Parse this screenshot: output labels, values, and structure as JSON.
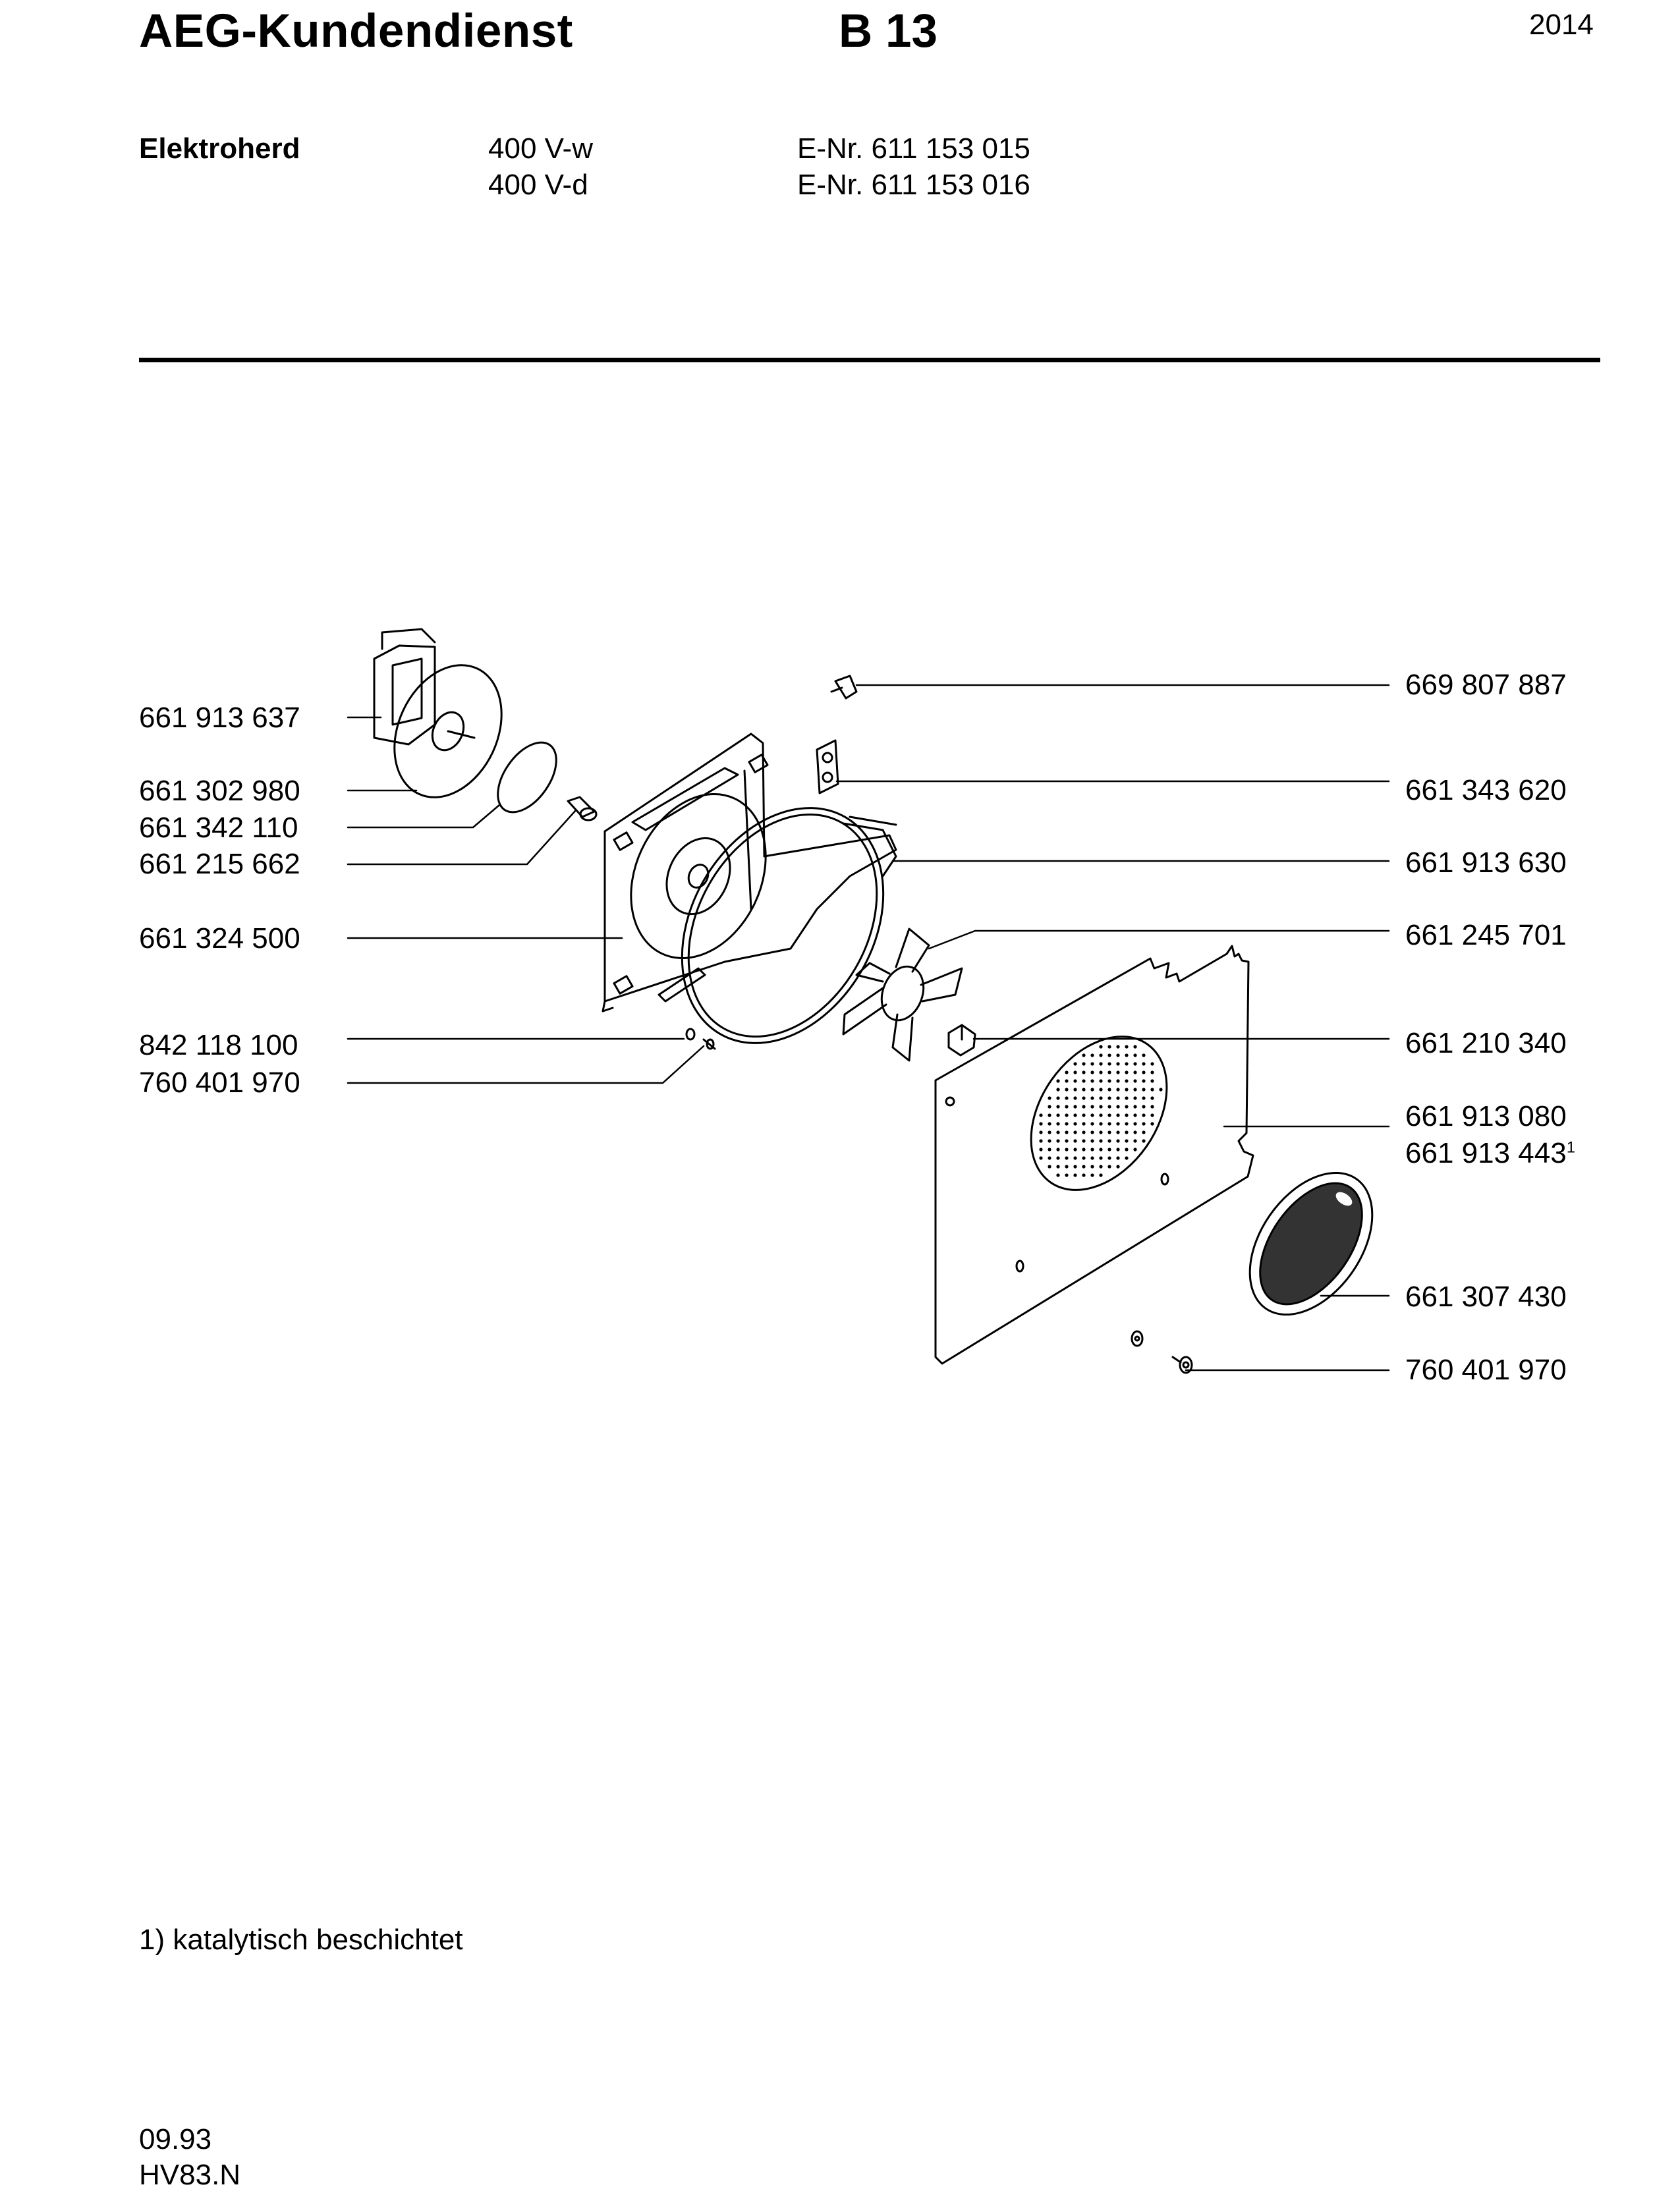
{
  "header": {
    "brand": "AEG-Kundendienst",
    "model_code": "B 13",
    "page_number": "2014"
  },
  "appliance": {
    "type": "Elektroherd",
    "variants": [
      {
        "voltage": "400 V-w",
        "enr": "E-Nr. 611 153 015"
      },
      {
        "voltage": "400 V-d",
        "enr": "E-Nr. 611 153 016"
      }
    ]
  },
  "parts_left": [
    {
      "number": "661 913 637"
    },
    {
      "number": "661 302 980"
    },
    {
      "number": "661 342 110"
    },
    {
      "number": "661 215 662"
    },
    {
      "number": "661 324 500"
    },
    {
      "number": "842 118 100"
    },
    {
      "number": "760 401 970"
    }
  ],
  "parts_right": [
    {
      "number": "669 807 887"
    },
    {
      "number": "661 343 620"
    },
    {
      "number": "661 913 630"
    },
    {
      "number": "661 245 701"
    },
    {
      "number": "661 210 340"
    },
    {
      "number": "661 913 080"
    },
    {
      "number": "661 913 443",
      "footnote_mark": "1"
    },
    {
      "number": "661 307 430"
    },
    {
      "number": "760 401 970"
    }
  ],
  "footnote": "1) katalytisch beschichtet",
  "footer": {
    "date_code": "09.93",
    "doc_code": "HV83.N"
  }
}
